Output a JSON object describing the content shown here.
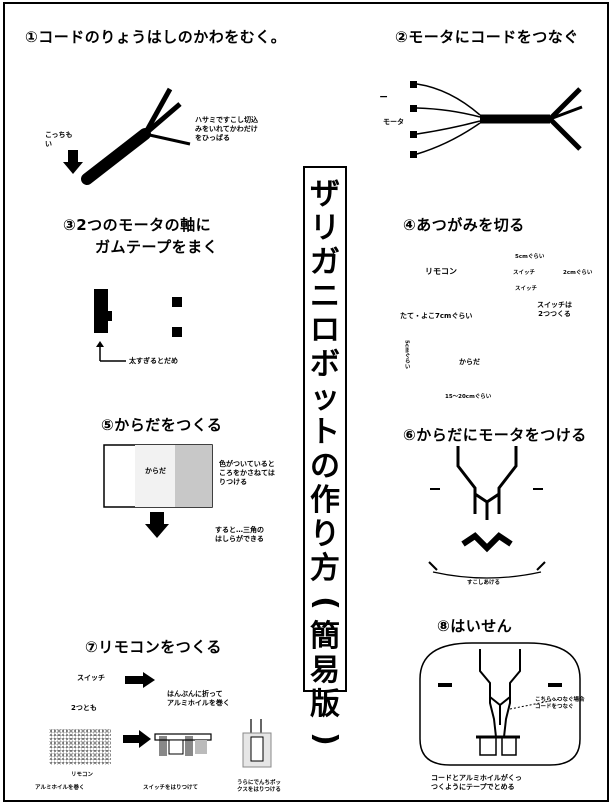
{
  "center_title": [
    "ザ",
    "リ",
    "ガ",
    "ニ",
    "ロ",
    "ボ",
    "ッ",
    "ト",
    "の",
    "作",
    "り",
    "方",
    "(",
    "簡",
    "易",
    "版",
    ")"
  ],
  "step1": {
    "title": "①コードのりょうはしのかわをむく。",
    "note_left": "こっちも\nい",
    "note_right": "ハサミですこし切込\nみをいれてかわだけ\nをひっぱる"
  },
  "step2": {
    "title": "②モータにコードをつなぐ",
    "minus": "−",
    "motor_label": "モータ"
  },
  "step3": {
    "title_line1": "③2つのモータの軸に",
    "title_line2": "ガムテープをまく",
    "note": "太すぎるとだめ"
  },
  "step4": {
    "title": "④あつがみを切る",
    "remocon": "リモコン",
    "dim1": "5cmぐらい",
    "switch1": "スイッチ",
    "switch2": "スイッチ",
    "dim2": "2cmぐらい",
    "size": "たて・よこ7cmぐらい",
    "switch_count": "スイッチは\n2つつくる",
    "body": "からだ",
    "side": "5cmぐらい",
    "bottom_dim": "15〜20cmぐらい"
  },
  "step5": {
    "title": "⑤からだをつくる",
    "body_label": "からだ",
    "note1": "色がついていると\nころをかさねては\nりつける",
    "note2": "すると…三角の\nはしらができる"
  },
  "step6": {
    "title": "⑥からだにモータをつける",
    "note": "すこしあける"
  },
  "step7": {
    "title": "⑦リモコンをつくる",
    "switch": "スイッチ",
    "two": "2つとも",
    "wrap_note": "はんぶんに折って\nアルミホイルを巻く",
    "remocon": "リモコン",
    "cap1": "アルミホイルを巻く",
    "cap2": "スイッチをはりつけて",
    "cap3": "うらにでんちボッ\nクスをはりつける"
  },
  "step8": {
    "title": "⑧はいせん",
    "note_right": "こちらへつなぐ場合\nコードをつなぐ",
    "caption": "コードとアルミホイルがくっ\nつくようにテープでとめる"
  }
}
